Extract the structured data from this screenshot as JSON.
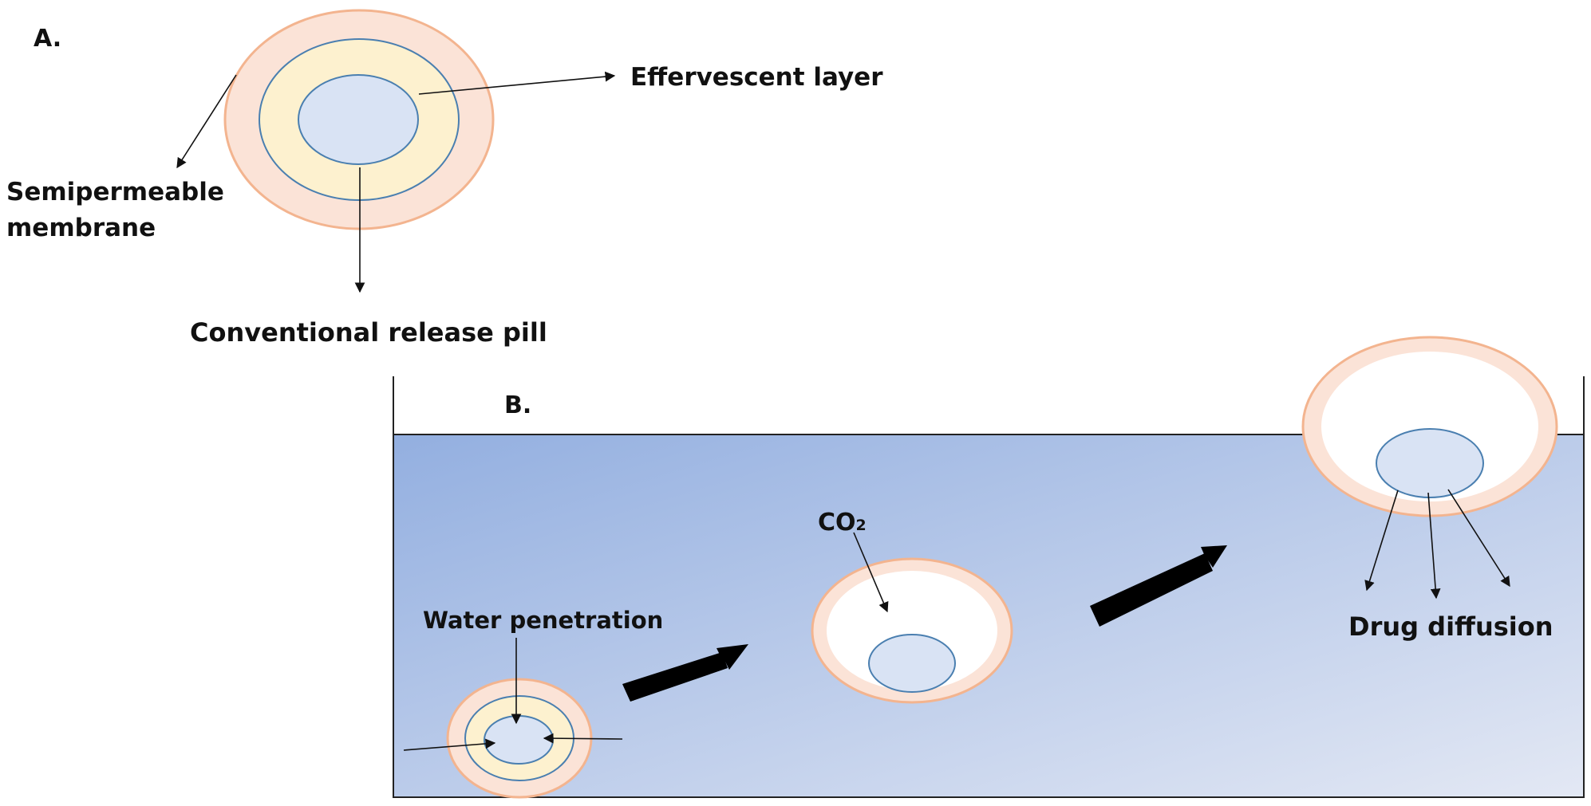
{
  "panel_a": {
    "letter": "A.",
    "labels": {
      "effervescent_layer": "Effervescent layer",
      "semipermeable_line1": "Semipermeable",
      "semipermeable_line2": "membrane",
      "conventional_pill": "Conventional release pill"
    }
  },
  "panel_b": {
    "letter": "B.",
    "labels": {
      "water_penetration": "Water penetration",
      "co2_main": "CO",
      "co2_sub": "2",
      "drug_diffusion": "Drug diffusion"
    }
  },
  "colors": {
    "membrane_fill": "#fbe3d7",
    "membrane_stroke": "#f3b48f",
    "effervescent_fill": "#fdf1cf",
    "pill_fill": "#d9e3f4",
    "pill_stroke": "#4a7fb0",
    "water_top": "#93afe0",
    "water_bottom": "#e3e8f4"
  }
}
